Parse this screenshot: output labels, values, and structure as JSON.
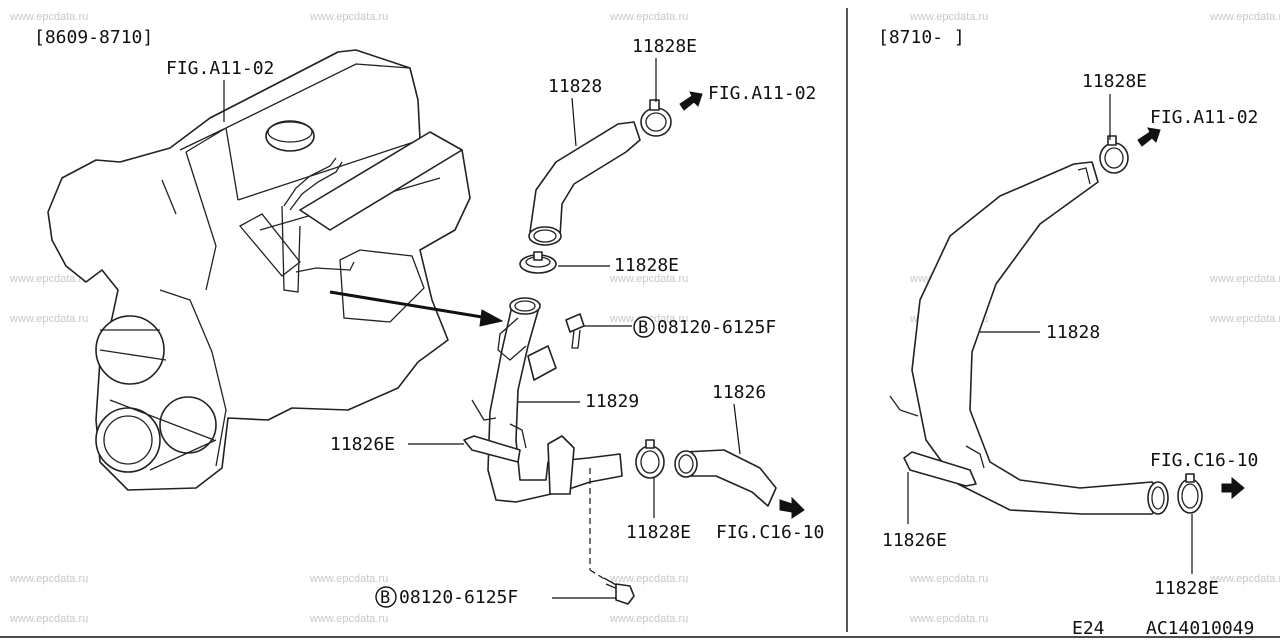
{
  "watermark": "www.epcdata.ru",
  "left_panel": {
    "date_range": "[8609-8710]",
    "fig_engine": "FIG.A11-02",
    "parts": {
      "hose_upper": "11828",
      "clamp_top": "11828E",
      "clamp_lower": "11828E",
      "fig_upper": "FIG.A11-02",
      "bolt_top": "08120-6125F",
      "tube": "11829",
      "hose_right": "11826",
      "bypass_hose": "11826E",
      "clamp_right": "11828E",
      "fig_right": "FIG.C16-10",
      "bolt_bottom": "08120-6125F"
    }
  },
  "right_panel": {
    "date_range": "[8710-    ]",
    "parts": {
      "clamp_top": "11828E",
      "fig_top": "FIG.A11-02",
      "hose_main": "11828",
      "fig_bottom": "FIG.C16-10",
      "bypass_hose": "11826E",
      "clamp_bottom": "11828E"
    }
  },
  "bolt_symbol": "B",
  "footer": {
    "section": "E24",
    "diagram_code": "AC14010049"
  }
}
